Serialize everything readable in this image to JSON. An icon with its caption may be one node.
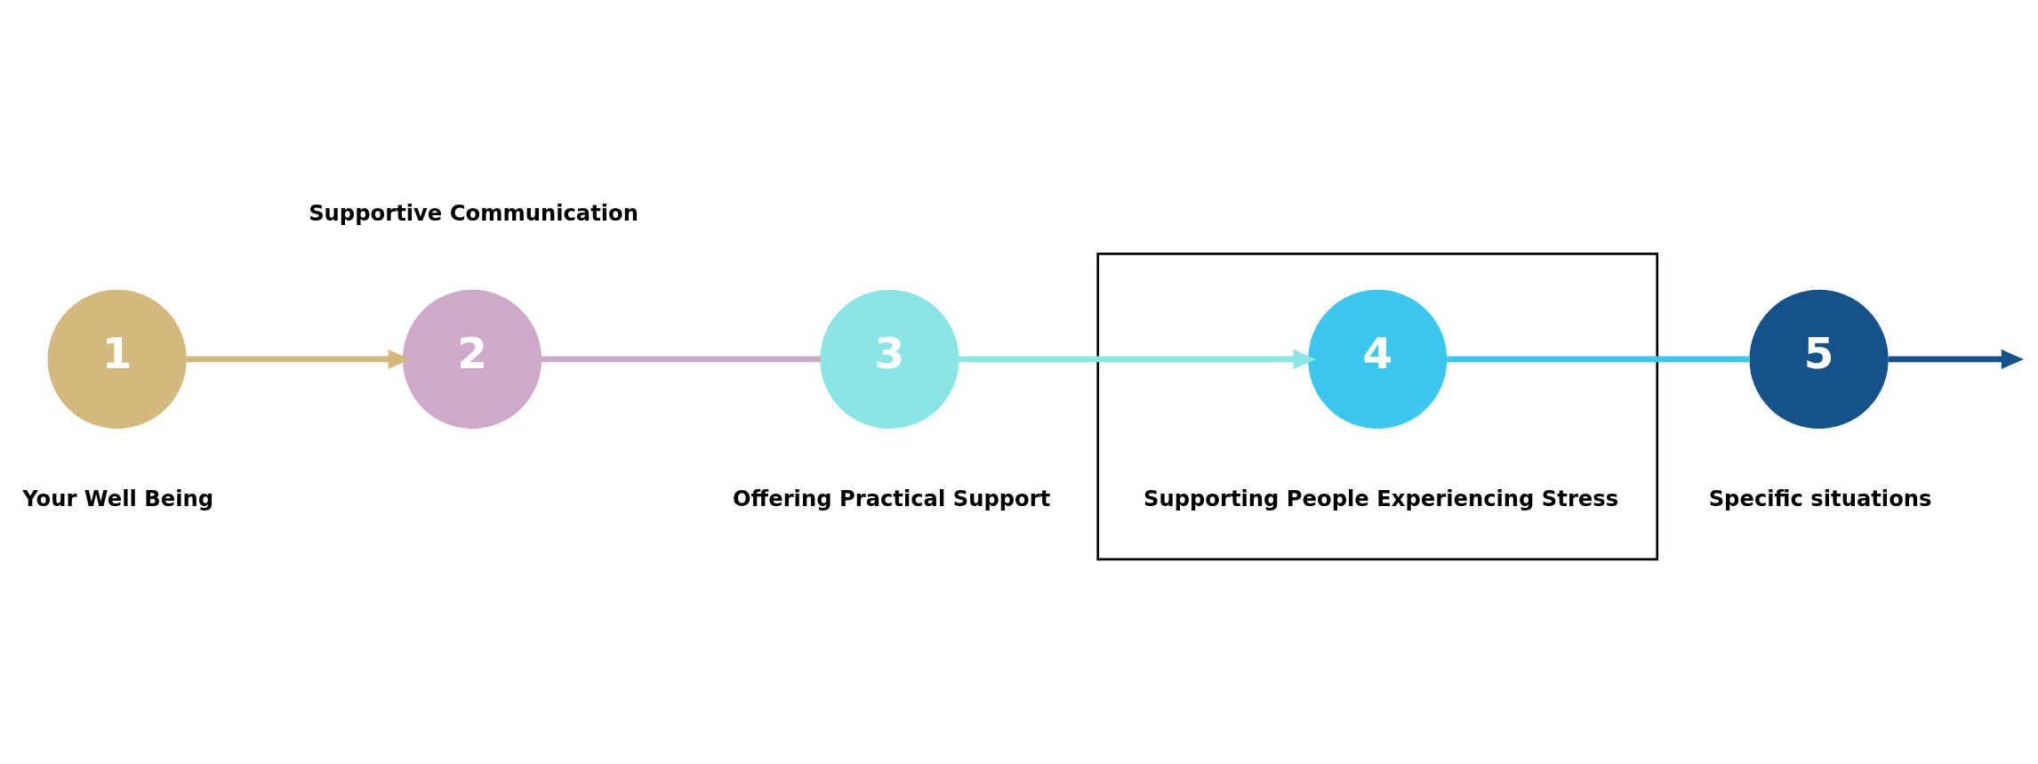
{
  "diagram": {
    "nodes": [
      {
        "text": [
          "1"
        ],
        "beside": [
          "Your Well Being"
        ]
      },
      {
        "text": [
          "2"
        ],
        "beside": [
          "Supportive Communication"
        ]
      },
      {
        "text": [
          "3"
        ],
        "beside": [
          "Offering Practical Support"
        ]
      },
      {
        "text": [],
        "shape": "box"
      },
      {
        "text": [
          "4"
        ],
        "beside": [
          "Supporting People Experiencing Stress"
        ],
        "in": 3
      },
      {
        "text": [
          "5"
        ],
        "beside": [
          "Specific situations"
        ]
      }
    ],
    "edges": [
      {
        "from": 0,
        "to": 1,
        "arrow": "to",
        "color": "#d4b97e"
      },
      {
        "from": 1,
        "to": 2,
        "arrow": "none",
        "color": "#cfa9c8"
      },
      {
        "from": 2,
        "to": 4,
        "arrow": "to",
        "color": "#8ae6e4"
      },
      {
        "from": 4,
        "to": 5,
        "arrow": "none",
        "color": "#3cc8ee"
      },
      {
        "from": 5,
        "to": null,
        "arrow": "to",
        "color": "#155289"
      }
    ]
  }
}
